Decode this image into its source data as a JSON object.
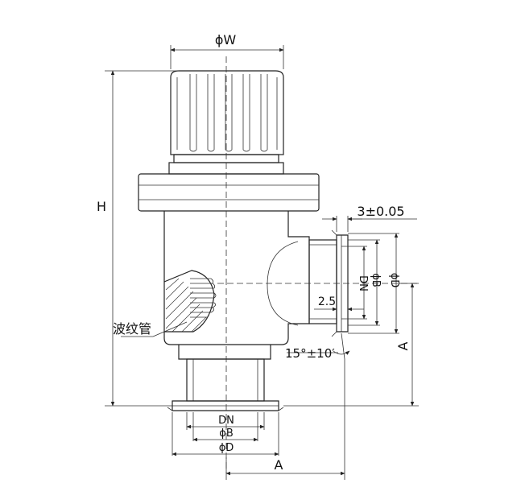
{
  "labels": {
    "phi_w": "ϕW",
    "h": "H",
    "tol_3": "3±0.05",
    "dn_side": "DN",
    "phi_b_side": "ϕB",
    "phi_d_side": "ϕD",
    "val_2_5": "2.5",
    "angle": "15°±10′",
    "bellows": "波纹管",
    "dn_bottom": "DN",
    "phi_b_bottom": "ϕB",
    "phi_d_bottom": "ϕD",
    "a_right": "A",
    "a_bottom": "A"
  }
}
